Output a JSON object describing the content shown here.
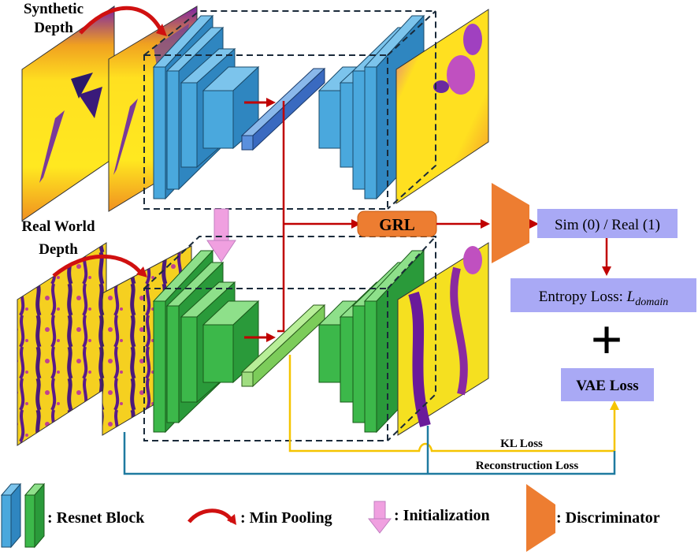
{
  "labels": {
    "synthetic_depth": [
      "Synthetic",
      "Depth"
    ],
    "real_world_depth": [
      "Real World",
      "Depth"
    ],
    "grl": "GRL",
    "sim_real": "Sim (0) / Real (1)",
    "entropy_loss_prefix": "Entropy Loss: ",
    "entropy_loss_var": "L",
    "entropy_loss_sub": "domain",
    "plus": "+",
    "vae_loss": "VAE Loss",
    "kl_loss": "KL Loss",
    "reconstruction_loss": "Reconstruction Loss"
  },
  "legend": {
    "resnet_block": ": Resnet Block",
    "min_pooling": ": Min Pooling",
    "initialization": ": Initialization",
    "discriminator": ": Discriminator"
  },
  "colors": {
    "synthetic_branch": "#4aa8dd",
    "real_branch": "#3cb84a",
    "arrow_red": "#c00000",
    "arrow_pink": "#f0a0e0",
    "grl_orange": "#ed7d31",
    "label_box": "#a9a9f5",
    "kl_line": "#f5c400",
    "recon_line": "#1f7aa0"
  }
}
